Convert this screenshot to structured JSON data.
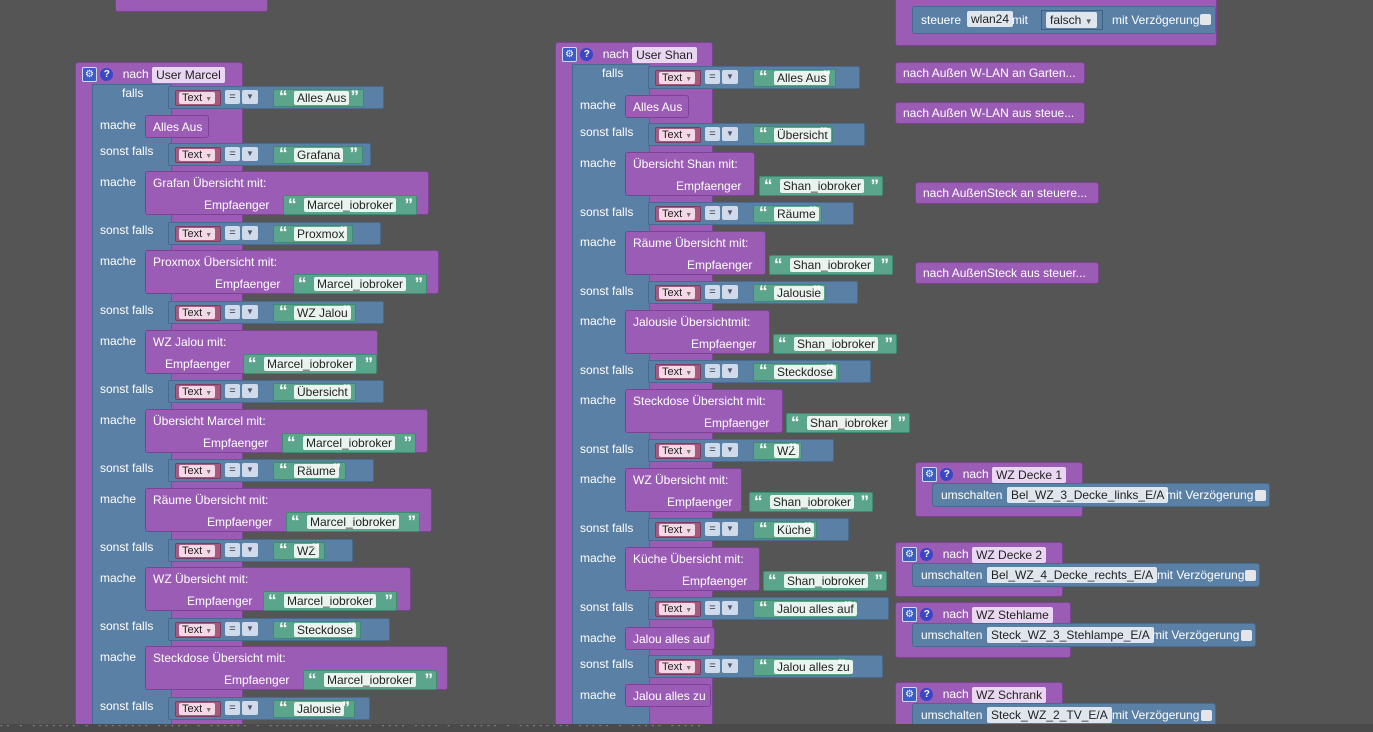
{
  "labels": {
    "nach": "nach",
    "falls": "falls",
    "mache": "mache",
    "sonst_falls": "sonst falls",
    "empfaenger": "Empfaenger",
    "text": "Text",
    "eq": "=",
    "gear_icon": "⚙",
    "help_icon": "?",
    "steuere": "steuere",
    "mit": "mit",
    "mit_verz": "mit Verzögerung",
    "umschalten": "umschalten"
  },
  "left_proc": {
    "name": "User Marcel",
    "if_value": "Alles Aus",
    "first_call": "Alles Aus",
    "cases": [
      {
        "value": "Grafana",
        "call": "Grafan Übersicht mit:",
        "recv": "Marcel_iobroker"
      },
      {
        "value": "Proxmox",
        "call": "Proxmox Übersicht  mit:",
        "recv": "Marcel_iobroker"
      },
      {
        "value": "WZ Jalou",
        "call": "WZ Jalou  mit:",
        "recv": "Marcel_iobroker"
      },
      {
        "value": "Übersicht",
        "call": "Übersicht Marcel mit:",
        "recv": "Marcel_iobroker"
      },
      {
        "value": "Räume",
        "call": "Räume Übersicht mit:",
        "recv": "Marcel_iobroker"
      },
      {
        "value": "WZ",
        "call": "WZ Übersicht  mit:",
        "recv": "Marcel_iobroker"
      },
      {
        "value": "Steckdose",
        "call": "Steckdose Übersicht mit:",
        "recv": "Marcel_iobroker"
      },
      {
        "value": "Jalousie",
        "call": "",
        "recv": ""
      }
    ]
  },
  "mid_proc": {
    "name": "User Shan",
    "if_value": "Alles Aus",
    "first_call": "Alles Aus",
    "cases": [
      {
        "value": "Übersicht",
        "call": "Übersicht Shan mit:",
        "recv": "Shan_iobroker"
      },
      {
        "value": "Räume",
        "call": "Räume Übersicht mit:",
        "recv": "Shan_iobroker"
      },
      {
        "value": "Jalousie",
        "call": "Jalousie Übersichtmit:",
        "recv": "Shan_iobroker"
      },
      {
        "value": "Steckdose",
        "call": "Steckdose Übersicht mit:",
        "recv": "Shan_iobroker"
      },
      {
        "value": "WZ",
        "call": "WZ Übersicht  mit:",
        "recv": "Shan_iobroker"
      },
      {
        "value": "Küche",
        "call": "Küche Übersicht mit:",
        "recv": "Shan_iobroker"
      },
      {
        "value": "Jalou alles auf",
        "call": "Jalou alles auf",
        "recv": ""
      },
      {
        "value": "Jalou alles zu",
        "call": "Jalou alles zu",
        "recv": ""
      }
    ]
  },
  "right": {
    "steuere_target": "wlan24",
    "steuere_value": "falsch",
    "calls": [
      "nach Außen W-LAN an  Garten...",
      "nach Außen W-LAN aus  steue...",
      "nach AußenSteck an  steuere...",
      "nach AußenSteck aus  steuer..."
    ],
    "toggles": [
      {
        "name": "WZ Decke 1",
        "target": "Bel_WZ_3_Decke_links_E/A"
      },
      {
        "name": "WZ Decke 2",
        "target": "Bel_WZ_4_Decke_rechts_E/A"
      },
      {
        "name": "WZ Stehlame",
        "target": "Steck_WZ_3_Stehlampe_E/A"
      },
      {
        "name": "WZ Schrank",
        "target": "Steck_WZ_2_TV_E/A"
      }
    ]
  },
  "footer_hint": "-- - ------- - -------- ----- - ------ - --------- ------ ---- ---- - ------ - -------- ----- - ----- -----"
}
